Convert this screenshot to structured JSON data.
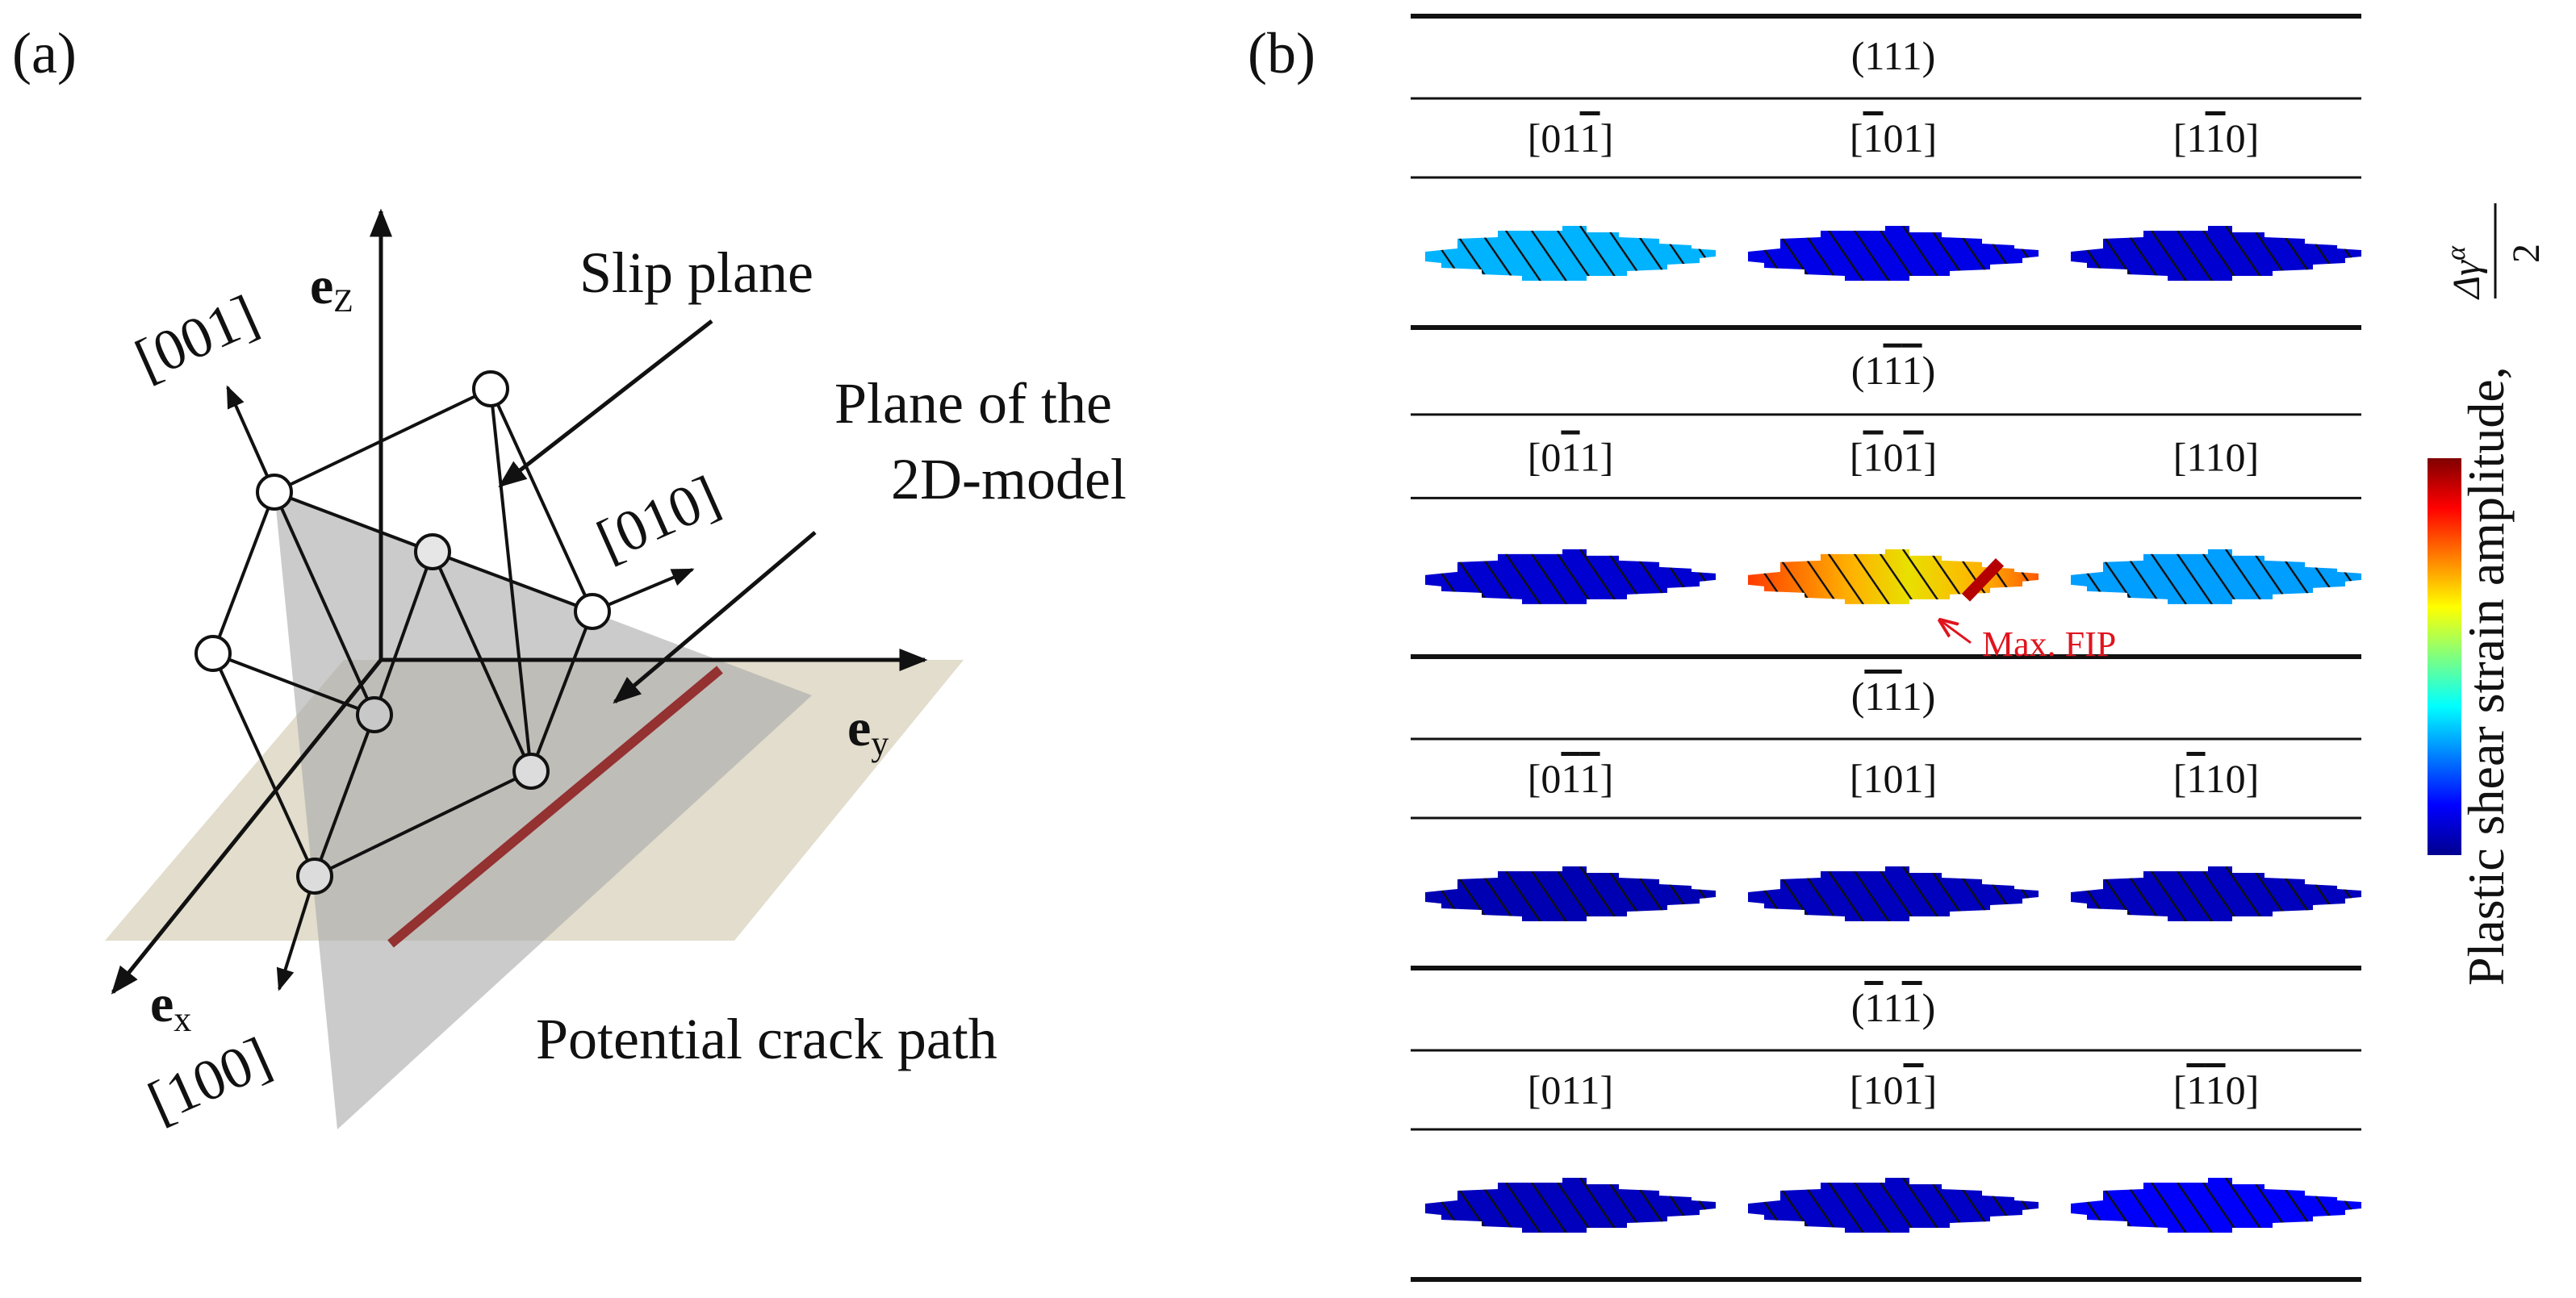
{
  "panel_a": {
    "label": "(a)",
    "axis_z": {
      "bold": "e",
      "sub": "Z"
    },
    "axis_y": {
      "bold": "e",
      "sub": "y"
    },
    "axis_x": {
      "bold": "e",
      "sub": "x"
    },
    "dir_001": "[001]",
    "dir_010": "[010]",
    "dir_100": "[100]",
    "slip_plane": "Slip plane",
    "model_plane_line1": "Plane of the",
    "model_plane_line2": "2D-model",
    "crack_path": "Potential crack path"
  },
  "panel_b": {
    "label": "(b)",
    "annotation": "Max. FIP",
    "colorbar_label": "Plastic shear strain amplitude,",
    "colorbar_formula_num": "Δγ",
    "colorbar_formula_sup": "α",
    "colorbar_formula_den": "2",
    "groups": [
      {
        "plane": [
          {
            "t": "(111)",
            "b": false
          }
        ],
        "directions": [
          [
            {
              "t": "[01",
              "b": false
            },
            {
              "t": "1",
              "b": true
            },
            {
              "t": "]",
              "b": false
            }
          ],
          [
            {
              "t": "[",
              "b": false
            },
            {
              "t": "1",
              "b": true
            },
            {
              "t": "01]",
              "b": false
            }
          ],
          [
            {
              "t": "[1",
              "b": false
            },
            {
              "t": "1",
              "b": true
            },
            {
              "t": "0]",
              "b": false
            }
          ]
        ],
        "cells": [
          {
            "amplitude": 0.3
          },
          {
            "amplitude": 0.1
          },
          {
            "amplitude": 0.08
          }
        ]
      },
      {
        "plane": [
          {
            "t": "(1",
            "b": false
          },
          {
            "t": "1",
            "b": true
          },
          {
            "t": "1",
            "b": true
          },
          {
            "t": ")",
            "b": false
          }
        ],
        "directions": [
          [
            {
              "t": "[0",
              "b": false
            },
            {
              "t": "1",
              "b": true
            },
            {
              "t": "1]",
              "b": false
            }
          ],
          [
            {
              "t": "[",
              "b": false
            },
            {
              "t": "1",
              "b": true
            },
            {
              "t": "0",
              "b": false
            },
            {
              "t": "1",
              "b": true
            },
            {
              "t": "]",
              "b": false
            }
          ],
          [
            {
              "t": "[110]",
              "b": false
            }
          ]
        ],
        "cells": [
          {
            "amplitude": 0.08
          },
          {
            "amplitude": 0.72,
            "max_fip": true
          },
          {
            "amplitude": 0.28
          }
        ]
      },
      {
        "plane": [
          {
            "t": "(",
            "b": false
          },
          {
            "t": "1",
            "b": true
          },
          {
            "t": "1",
            "b": true
          },
          {
            "t": "1)",
            "b": false
          }
        ],
        "directions": [
          [
            {
              "t": "[0",
              "b": false
            },
            {
              "t": "1",
              "b": true
            },
            {
              "t": "1",
              "b": true
            },
            {
              "t": "]",
              "b": false
            }
          ],
          [
            {
              "t": "[101]",
              "b": false
            }
          ],
          [
            {
              "t": "[",
              "b": false
            },
            {
              "t": "1",
              "b": true
            },
            {
              "t": "10]",
              "b": false
            }
          ]
        ],
        "cells": [
          {
            "amplitude": 0.05
          },
          {
            "amplitude": 0.06
          },
          {
            "amplitude": 0.06
          }
        ]
      },
      {
        "plane": [
          {
            "t": "(",
            "b": false
          },
          {
            "t": "1",
            "b": true
          },
          {
            "t": "1",
            "b": false
          },
          {
            "t": "1",
            "b": true
          },
          {
            "t": ")",
            "b": false
          }
        ],
        "directions": [
          [
            {
              "t": "[011]",
              "b": false
            }
          ],
          [
            {
              "t": "[10",
              "b": false
            },
            {
              "t": "1",
              "b": true
            },
            {
              "t": "]",
              "b": false
            }
          ],
          [
            {
              "t": "[",
              "b": false
            },
            {
              "t": "1",
              "b": true
            },
            {
              "t": "1",
              "b": true
            },
            {
              "t": "0]",
              "b": false
            }
          ]
        ],
        "cells": [
          {
            "amplitude": 0.06
          },
          {
            "amplitude": 0.07
          },
          {
            "amplitude": 0.12
          }
        ]
      }
    ]
  }
}
